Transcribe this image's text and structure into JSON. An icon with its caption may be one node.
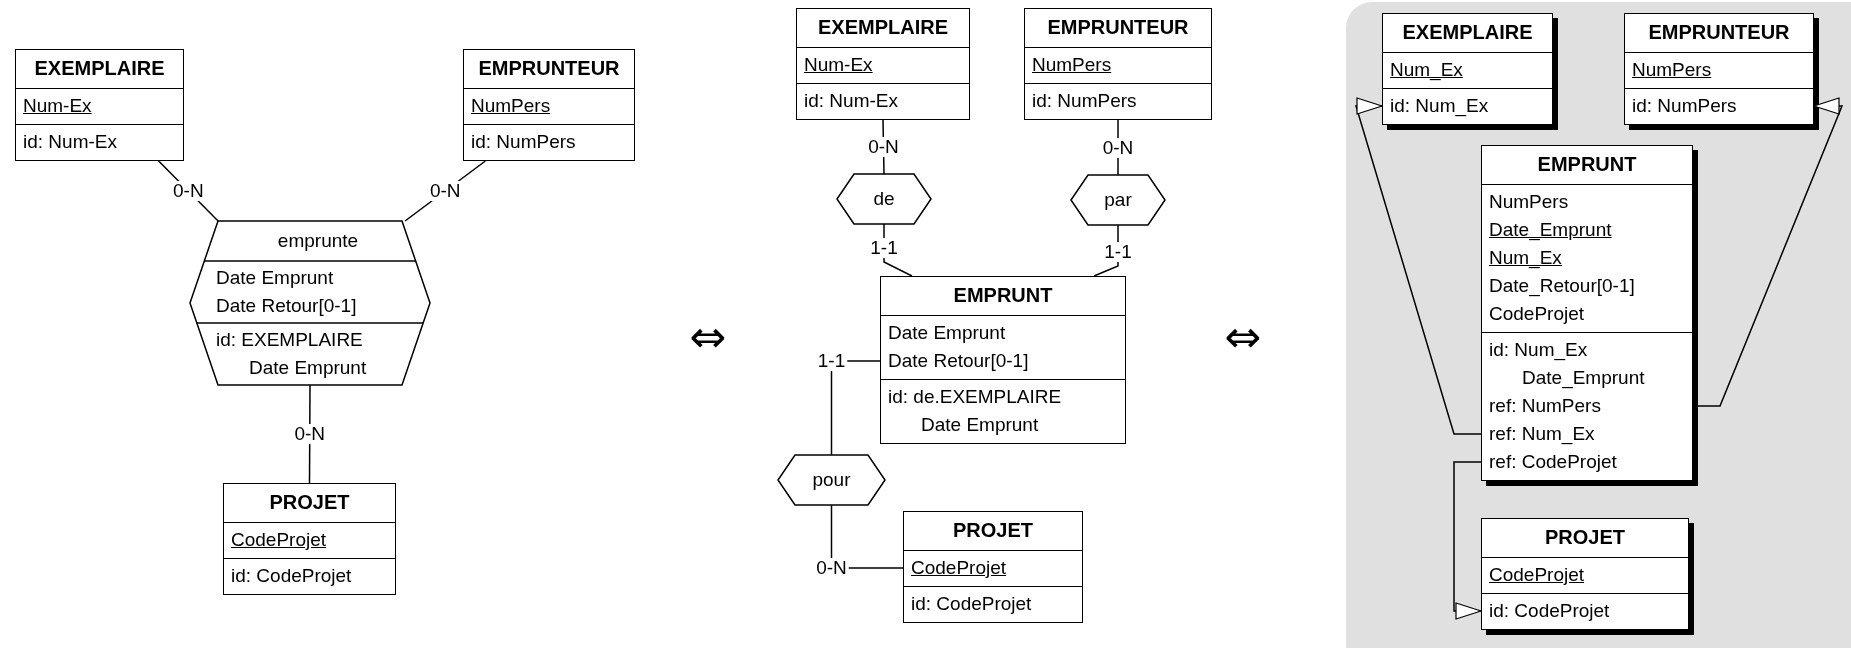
{
  "diagram": {
    "nodes": [
      {
        "text": [
          "EXEMPLAIRE",
          "Num-Ex",
          "id: Num-Ex"
        ]
      },
      {
        "text": [
          "EMPRUNTEUR",
          "NumPers",
          "id: NumPers"
        ]
      },
      {
        "text": [
          "emprunte",
          "Date Emprunt",
          "Date Retour[0-1]",
          "id: EXEMPLAIRE",
          "Date Emprunt"
        ]
      },
      {
        "text": [
          "PROJET",
          "CodeProjet",
          "id: CodeProjet"
        ]
      },
      {
        "text": [
          "EXEMPLAIRE",
          "Num-Ex",
          "id: Num-Ex"
        ]
      },
      {
        "text": [
          "EMPRUNTEUR",
          "NumPers",
          "id: NumPers"
        ]
      },
      {
        "text": [
          "de"
        ]
      },
      {
        "text": [
          "par"
        ]
      },
      {
        "text": [
          "EMPRUNT",
          "Date Emprunt",
          "Date Retour[0-1]",
          "id: de.EXEMPLAIRE",
          "Date Emprunt"
        ]
      },
      {
        "text": [
          "pour"
        ]
      },
      {
        "text": [
          "PROJET",
          "CodeProjet",
          "id: CodeProjet"
        ]
      },
      {
        "text": [],
        "shape": "box"
      },
      {
        "text": [
          "EXEMPLAIRE",
          "Num_Ex",
          "id: Num_Ex"
        ],
        "in": 11
      },
      {
        "text": [
          "EMPRUNTEUR",
          "NumPers",
          "id: NumPers"
        ],
        "in": 11
      },
      {
        "text": [
          "EMPRUNT",
          "NumPers",
          "Date_Emprunt",
          "Num_Ex",
          "Date_Retour[0-1]",
          "CodeProjet",
          "id: Num_Ex",
          "Date_Emprunt",
          "ref: NumPers",
          "ref: Num_Ex",
          "ref: CodeProjet"
        ],
        "in": 11
      },
      {
        "text": [
          "PROJET",
          "CodeProjet",
          "id: CodeProjet"
        ],
        "in": 11
      }
    ],
    "edges": [
      {
        "from": 0,
        "to": 2,
        "arrow": "none",
        "label": "0-N"
      },
      {
        "from": 1,
        "to": 2,
        "arrow": "none",
        "label": "0-N"
      },
      {
        "from": 2,
        "to": 3,
        "arrow": "none",
        "label": "0-N"
      },
      {
        "from": 4,
        "to": 6,
        "arrow": "none",
        "label": "0-N"
      },
      {
        "from": 6,
        "to": 8,
        "arrow": "none",
        "label": "1-1"
      },
      {
        "from": 5,
        "to": 7,
        "arrow": "none",
        "label": "0-N"
      },
      {
        "from": 7,
        "to": 8,
        "arrow": "none",
        "label": "1-1"
      },
      {
        "from": 8,
        "to": 9,
        "arrow": "none",
        "label": "1-1"
      },
      {
        "from": 9,
        "to": 10,
        "arrow": "none",
        "label": "0-N"
      },
      {
        "from": 14,
        "to": 12,
        "arrow": "to"
      },
      {
        "from": 14,
        "to": 13,
        "arrow": "to"
      },
      {
        "from": 14,
        "to": 15,
        "arrow": "to"
      }
    ],
    "labels": [
      "⇔",
      "⇔"
    ]
  }
}
